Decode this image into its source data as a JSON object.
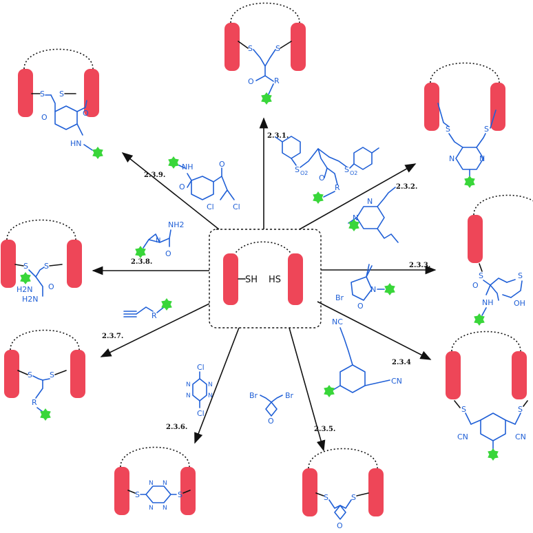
{
  "center": {
    "left_thiol": "SH",
    "right_thiol": "HS"
  },
  "atoms": {
    "S": "S",
    "O": "O",
    "N": "N",
    "R": "R",
    "Cl": "Cl",
    "Br": "Br",
    "NH": "NH",
    "HN": "HN",
    "NH2": "NH2",
    "H2N": "H2N",
    "OH": "OH",
    "CN": "CN",
    "NC": "NC",
    "O2": "O2"
  },
  "reactions": [
    {
      "id": "2.3.1.",
      "label": "2.3.1."
    },
    {
      "id": "2.3.2.",
      "label": "2.3.2."
    },
    {
      "id": "2.3.3.",
      "label": "2.3.3."
    },
    {
      "id": "2.3.4",
      "label": "2.3.4"
    },
    {
      "id": "2.3.5.",
      "label": "2.3.5."
    },
    {
      "id": "2.3.6.",
      "label": "2.3.6."
    },
    {
      "id": "2.3.7.",
      "label": "2.3.7."
    },
    {
      "id": "2.3.8.",
      "label": "2.3.8."
    },
    {
      "id": "2.3.9.",
      "label": "2.3.9."
    }
  ],
  "colors": {
    "peptide": "#ee4658",
    "chemistry": "#1f5fd6",
    "tag": "#39d63a"
  }
}
